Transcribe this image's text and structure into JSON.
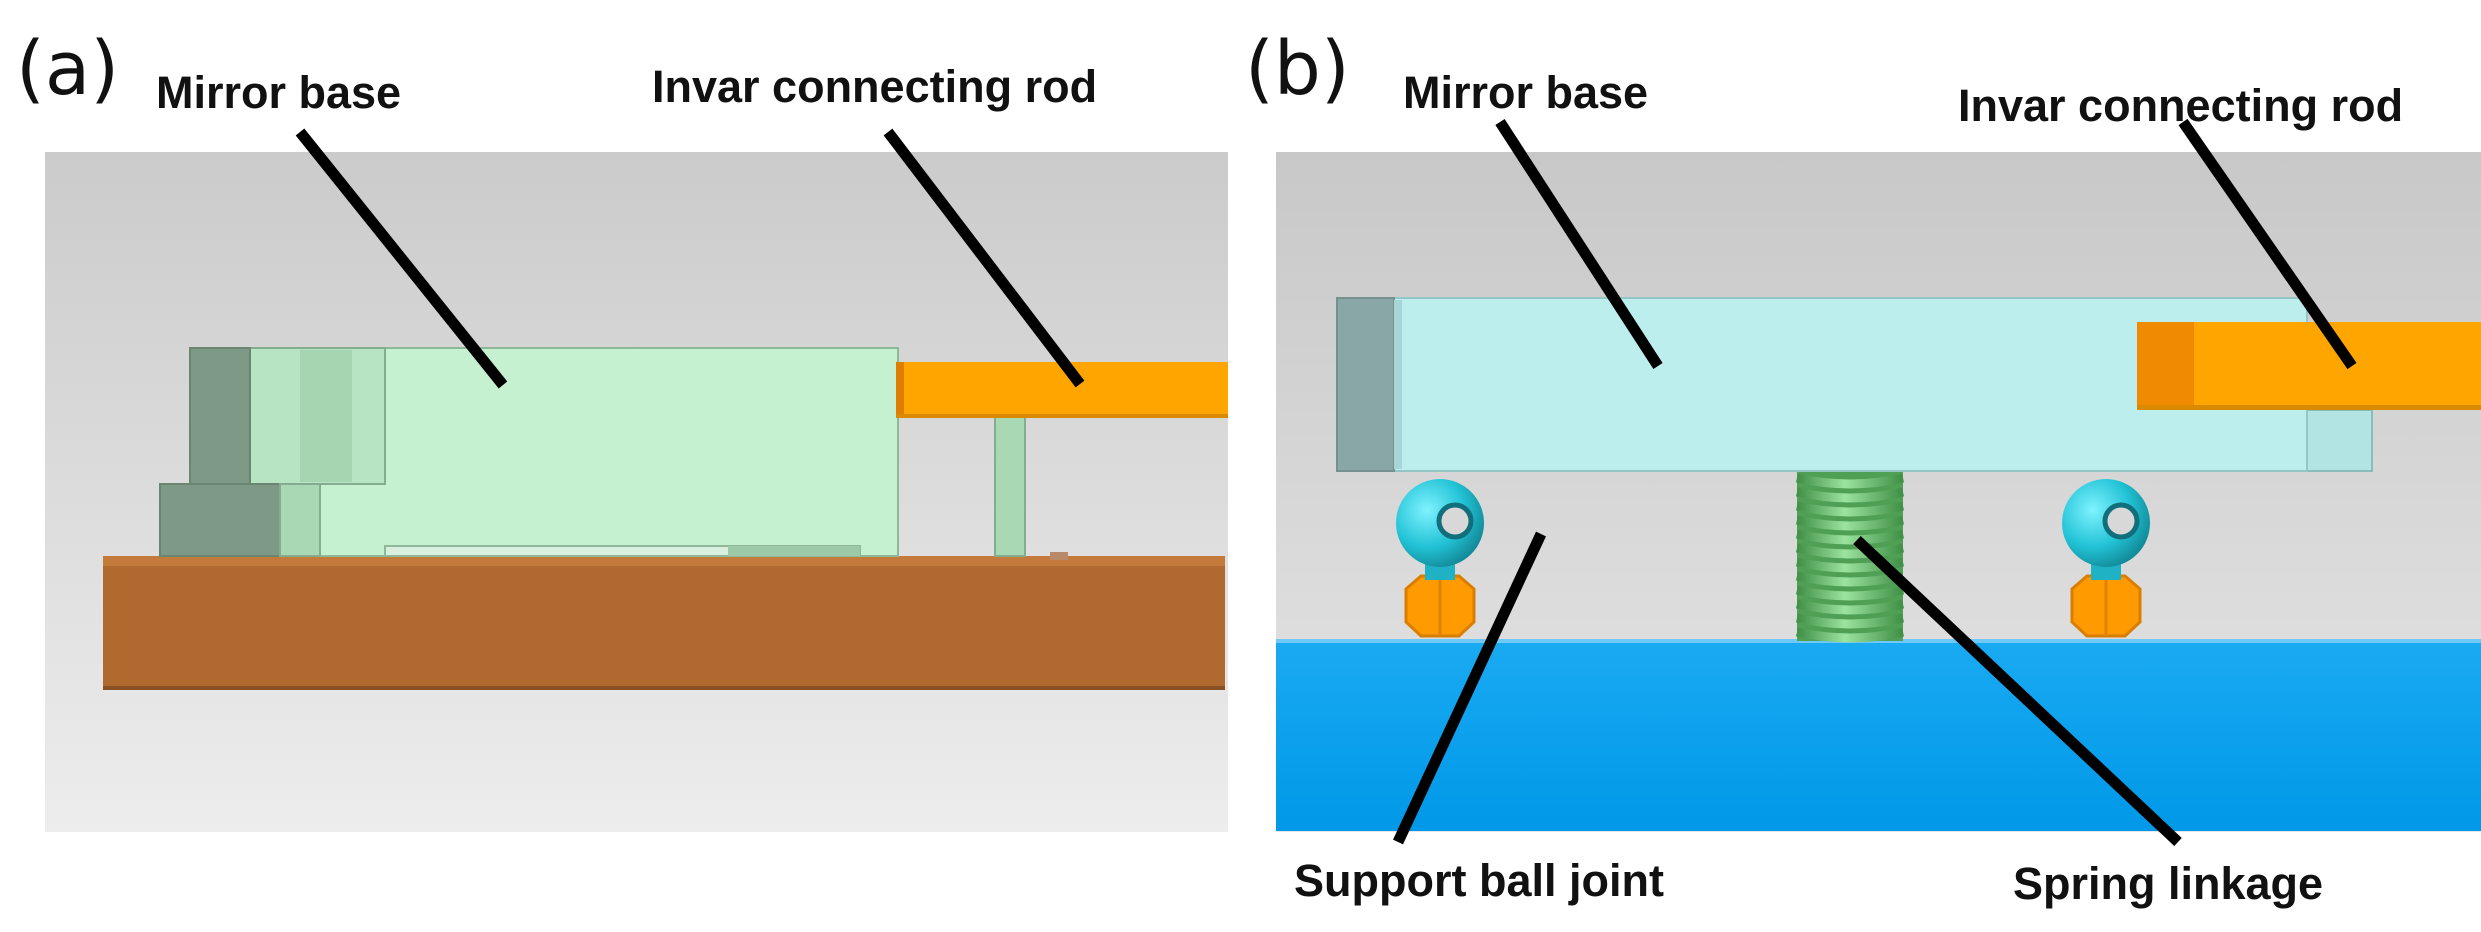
{
  "panels": [
    {
      "letter": "(a)",
      "labels": {
        "mirror_base": "Mirror base",
        "invar_rod": "Invar connecting rod"
      }
    },
    {
      "letter": "(b)",
      "labels": {
        "mirror_base": "Mirror base",
        "invar_rod": "Invar connecting rod",
        "ball_joint": "Support ball joint",
        "spring": "Spring linkage"
      }
    }
  ],
  "colors": {
    "mirror_base": "#c6f1d1",
    "mirror_base_b": "#bdeeee",
    "invar_rod": "#ffa500",
    "base_plate_a": "#b06a30",
    "base_plate_b": "#00a2ee",
    "ball_joint": "#27c6d8",
    "spring": "#6cbf70"
  }
}
